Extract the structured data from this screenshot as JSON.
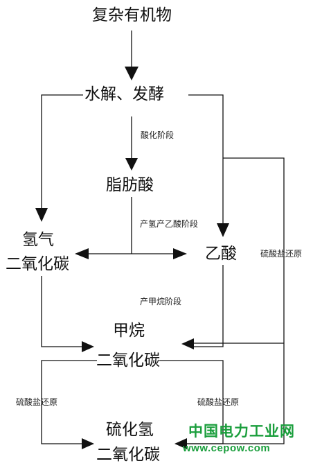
{
  "diagram": {
    "nodes": {
      "complex_organics": "复杂有机物",
      "hydrolysis_fermentation": "水解、发酵",
      "fatty_acids": "脂肪酸",
      "hydrogen": "氢气",
      "co2_left": "二氧化碳",
      "acetic_acid": "乙酸",
      "methane": "甲烷",
      "co2_middle": "二氧化碳",
      "hydrogen_sulfide": "硫化氢",
      "co2_bottom": "二氧化碳"
    },
    "labels": {
      "acidification_stage": "酸化阶段",
      "hydrogen_acetate_stage": "产氢产乙酸阶段",
      "methanogenic_stage": "产甲烷阶段",
      "sulfate_reduction_right": "硫酸盐还原",
      "sulfate_reduction_left": "硫酸盐还原",
      "sulfate_reduction_middle": "硫酸盐还原"
    }
  },
  "watermark": {
    "title": "中国电力工业网",
    "url": "www.cepow.com"
  }
}
